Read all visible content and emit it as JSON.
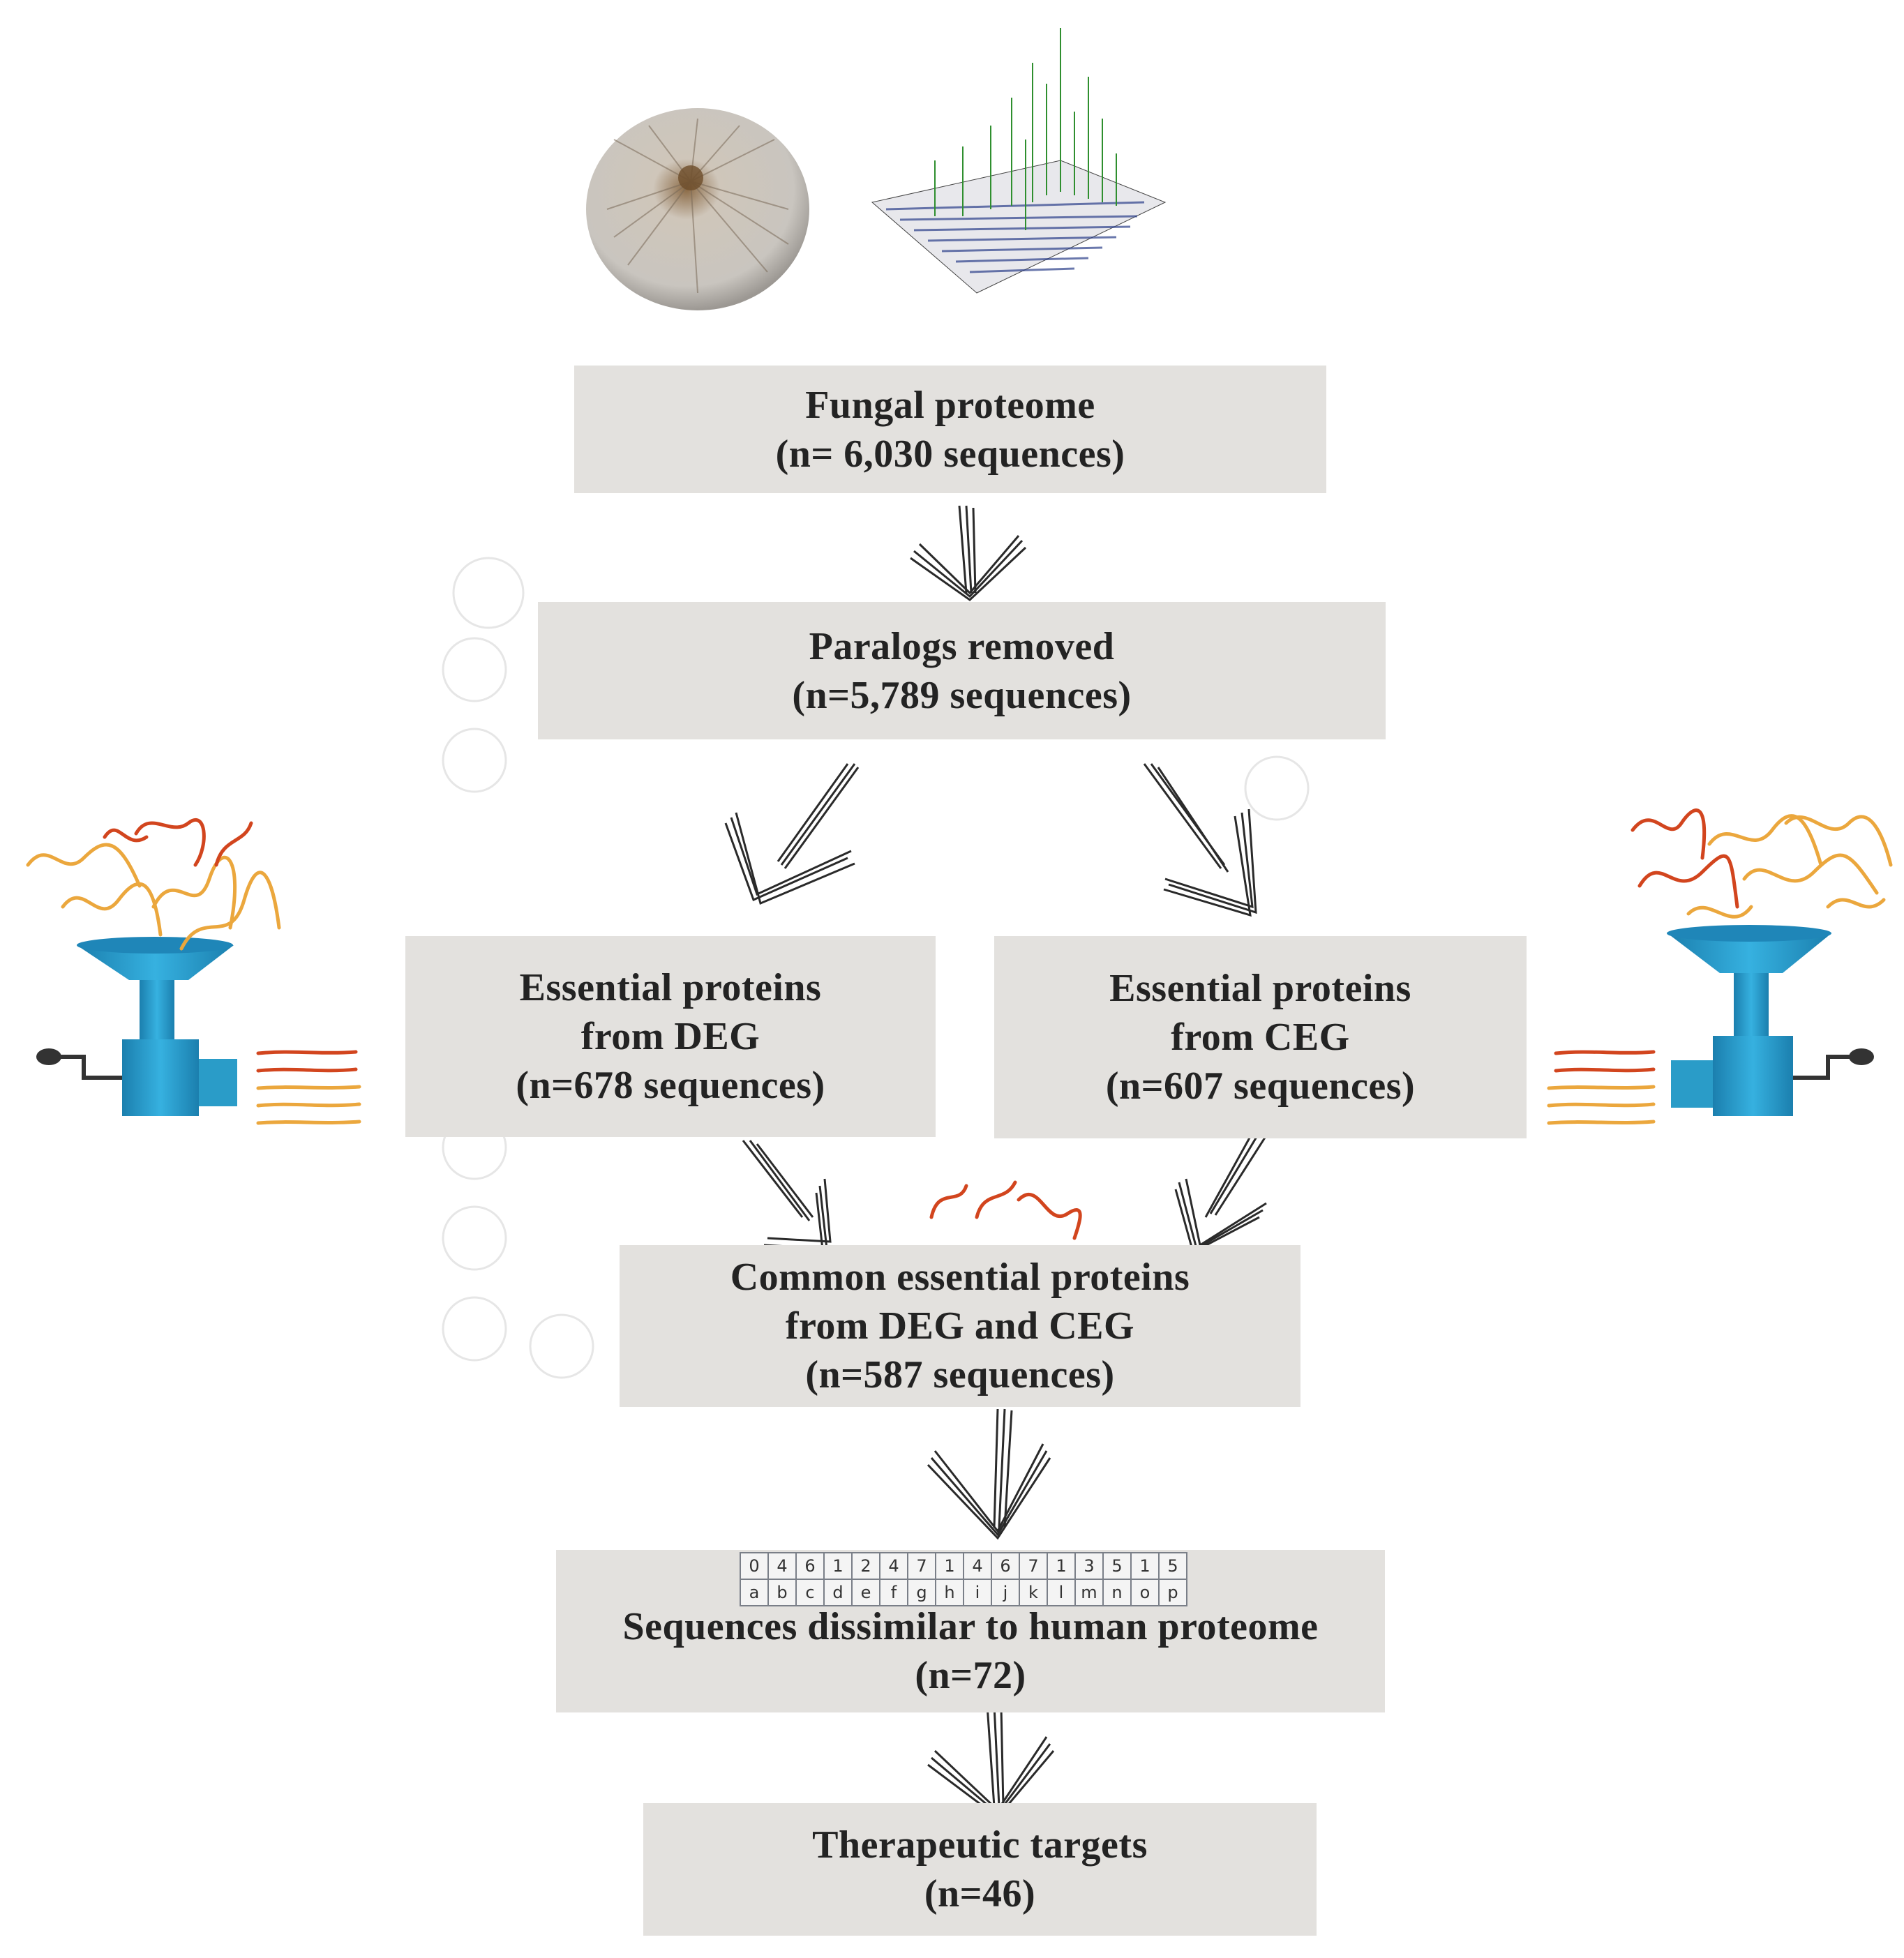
{
  "boxes": {
    "proteome": [
      "Fungal proteome",
      "(n= 6,030 sequences)"
    ],
    "paralogs": [
      "Paralogs removed",
      "(n=5,789 sequences)"
    ],
    "deg": [
      "Essential proteins",
      "from DEG",
      "(n=678 sequences)"
    ],
    "ceg": [
      "Essential proteins",
      "from CEG",
      "(n=607 sequences)"
    ],
    "common": [
      "Common essential proteins",
      "from DEG and CEG",
      "(n=587 sequences)"
    ],
    "dissimilar": [
      "Sequences dissimilar to human proteome",
      "(n=72)"
    ],
    "targets": [
      "Therapeutic targets",
      "(n=46)"
    ]
  },
  "sequence_table": {
    "top": [
      "0",
      "4",
      "6",
      "1",
      "2",
      "4",
      "7",
      "1",
      "4",
      "6",
      "7",
      "1",
      "3",
      "5",
      "1",
      "5"
    ],
    "bottom": [
      "a",
      "b",
      "c",
      "d",
      "e",
      "f",
      "g",
      "h",
      "i",
      "j",
      "k",
      "l",
      "m",
      "n",
      "o",
      "p"
    ]
  },
  "icons": [
    "fungal-colony-icon",
    "mass-spectrum-icon",
    "meat-grinder-icon",
    "protein-strands-icon",
    "hand-drawn-arrow-icon"
  ],
  "colors": {
    "box": "#e3e1de",
    "text": "#232323",
    "grinder": "#2a9cc8",
    "strand_red": "#d2451e",
    "strand_orange": "#eba73d"
  }
}
